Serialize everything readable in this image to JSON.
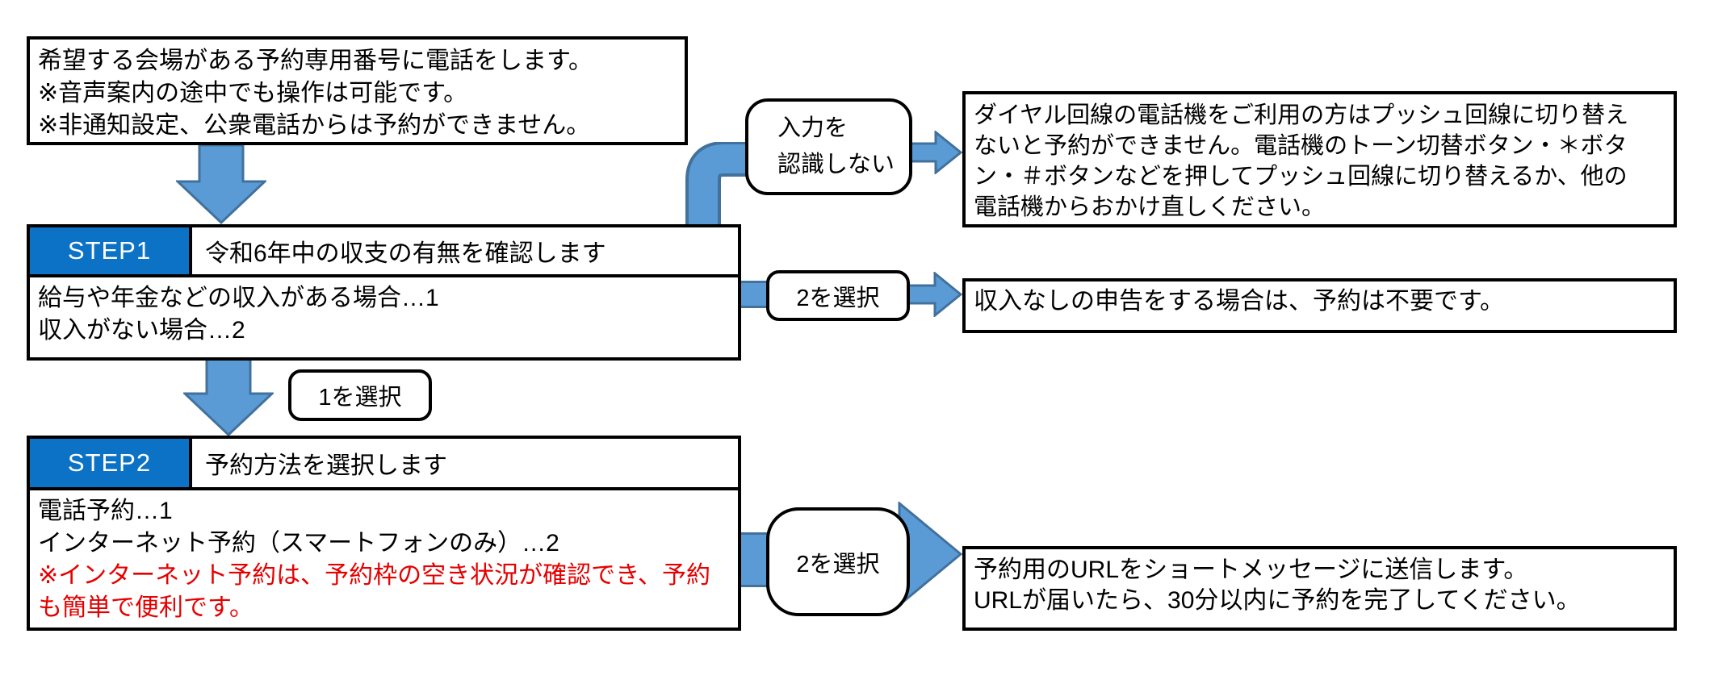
{
  "colors": {
    "step_header_bg": "#0b72c6",
    "step_header_text": "#ffffff",
    "arrow_fill": "#5b9bd5",
    "arrow_border": "#41719c",
    "warning_text": "#e60000",
    "box_border": "#000000",
    "background": "#ffffff"
  },
  "intro_box": {
    "lines": [
      "希望する会場がある予約専用番号に電話をします。",
      "※音声案内の途中でも操作は可能です。",
      "※非通知設定、公衆電話からは予約ができません。"
    ]
  },
  "step1": {
    "label": "STEP1",
    "title": "令和6年中の収支の有無を確認します",
    "body_lines": [
      "給与や年金などの収入がある場合…1",
      "収入がない場合…2"
    ]
  },
  "step2": {
    "label": "STEP2",
    "title": "予約方法を選択します",
    "body_lines": [
      "電話予約…1",
      "インターネット予約（スマートフォンのみ）…2"
    ],
    "note_lines": [
      "※インターネット予約は、予約枠の空き状況が確認でき、予約",
      "も簡単で便利です。"
    ]
  },
  "connector_labels": {
    "not_recognized": {
      "lines": [
        "入力を",
        "認識しない"
      ]
    },
    "select_2_from_step1": "2を選択",
    "select_1_from_step1": "1を選択",
    "select_2_from_step2": "2を選択"
  },
  "result_boxes": {
    "dial_line": {
      "lines": [
        "ダイヤル回線の電話機をご利用の方はプッシュ回線に切り替え",
        "ないと予約ができません。電話機のトーン切替ボタン・＊ボタ",
        "ン・＃ボタンなどを押してプッシュ回線に切り替えるか、他の",
        "電話機からおかけ直しください。"
      ]
    },
    "no_income": {
      "lines": [
        "収入なしの申告をする場合は、予約は不要です。"
      ]
    },
    "sms_url": {
      "lines": [
        "予約用のURLをショートメッセージに送信します。",
        "URLが届いたら、30分以内に予約を完了してください。"
      ]
    }
  }
}
